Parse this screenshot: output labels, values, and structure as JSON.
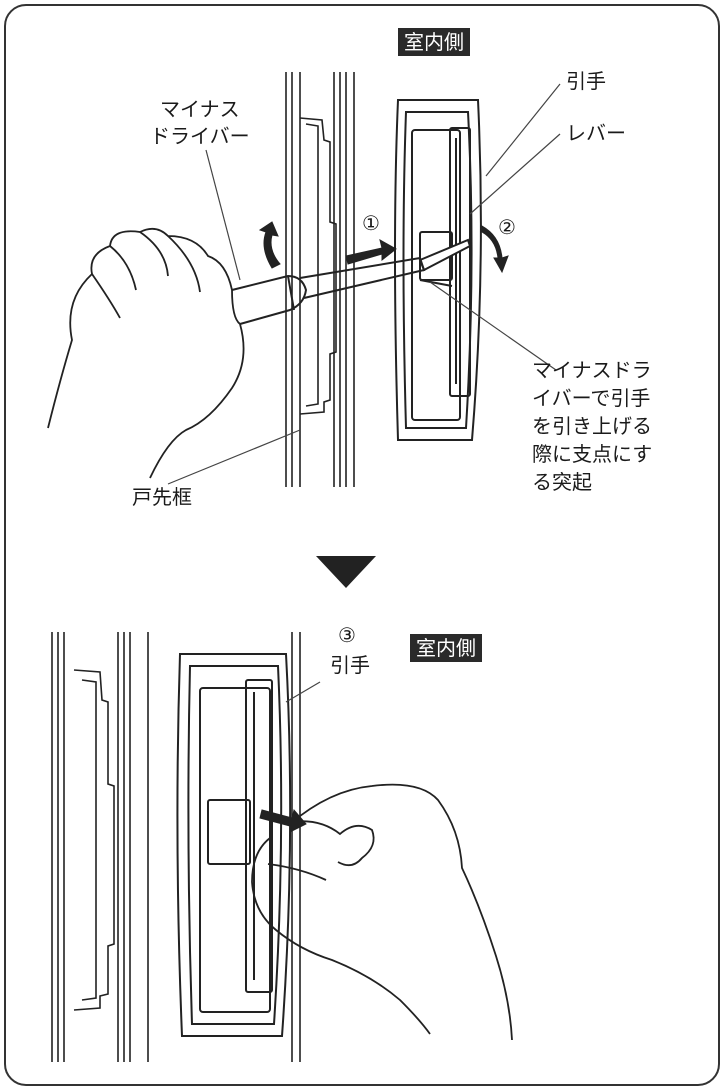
{
  "top_panel": {
    "side_badge": "室内側",
    "label_handle": "引手",
    "label_lever": "レバー",
    "label_screwdriver": [
      "マイナス",
      "ドライバー"
    ],
    "step1": "①",
    "step2": "②",
    "label_fulcrum": [
      "マイナスドラ",
      "イバーで引手",
      "を引き上げる",
      "際に支点にす",
      "る突起"
    ],
    "label_frame": "戸先框"
  },
  "bottom_panel": {
    "side_badge": "室内側",
    "step3": "③",
    "label_handle": "引手"
  }
}
